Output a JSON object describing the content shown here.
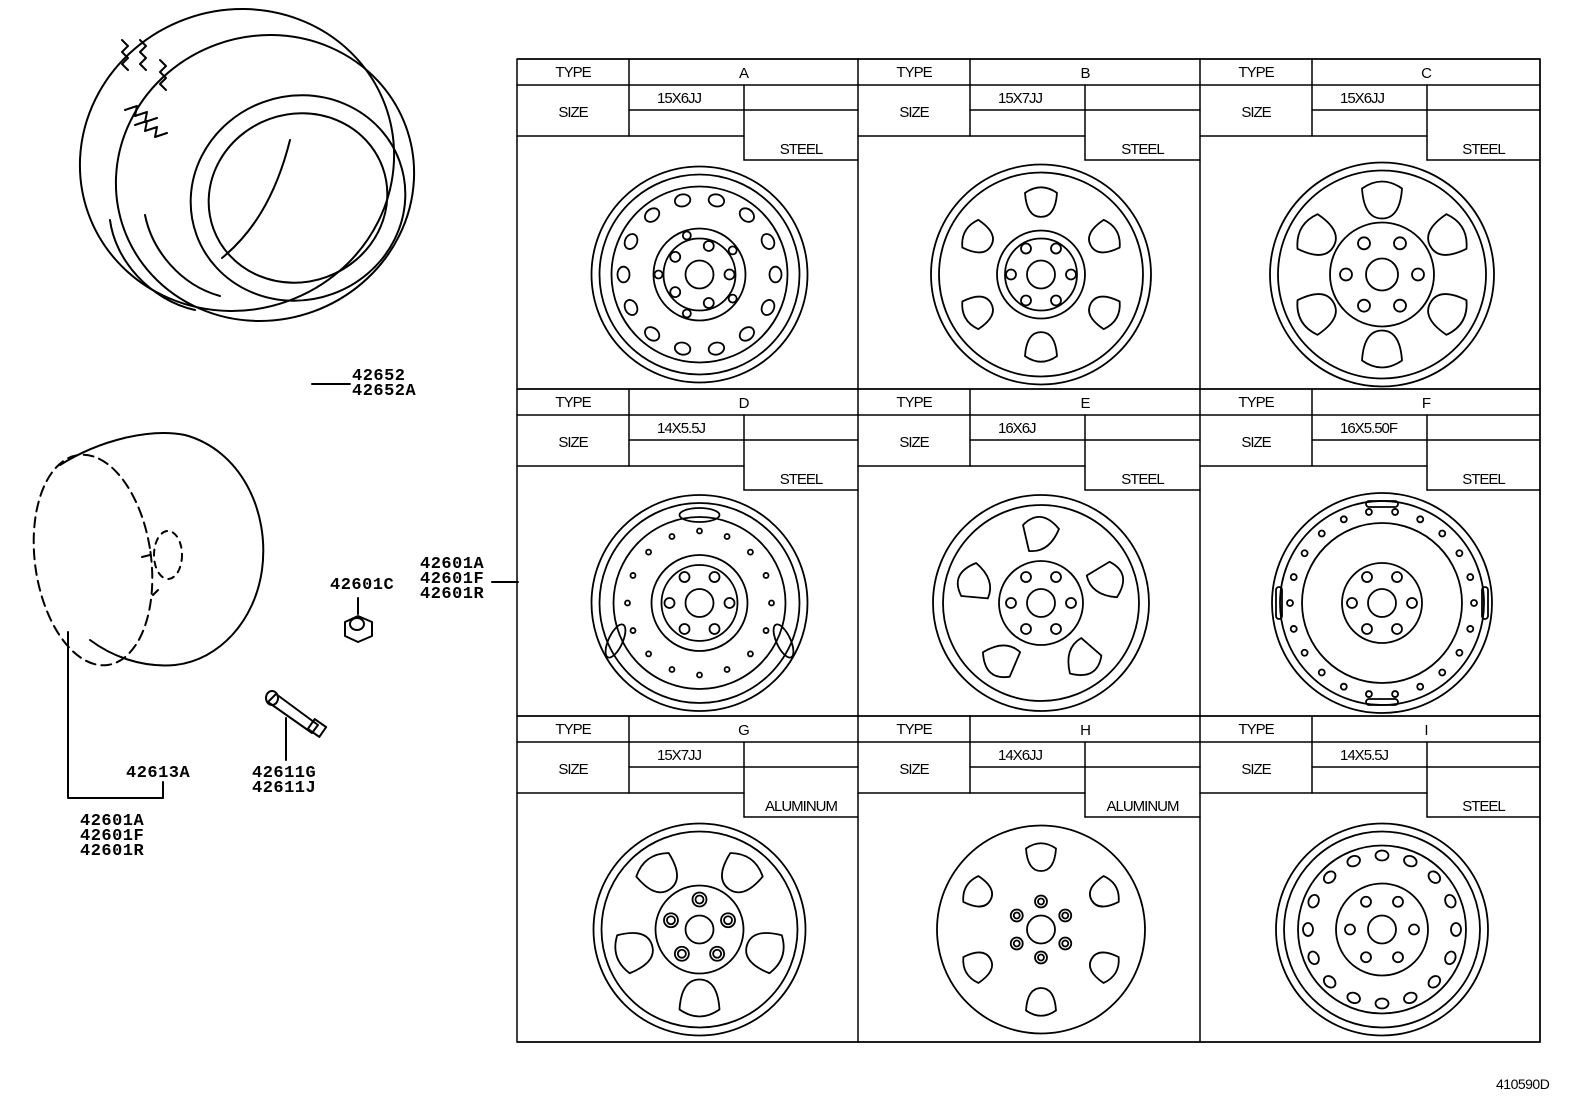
{
  "callouts": {
    "tire": [
      "42652",
      "42652A"
    ],
    "wheel_assembly": [
      "42601A",
      "42601F",
      "42601R"
    ],
    "cap": "42613A",
    "hub_nut": "42601C",
    "valve": [
      "42611G",
      "42611J"
    ],
    "disc_wheel": [
      "42601A",
      "42601F",
      "42601R"
    ]
  },
  "table_labels": {
    "type": "TYPE",
    "size": "SIZE"
  },
  "wheels": [
    {
      "type": "A",
      "size": "15X6JJ",
      "material": "STEEL",
      "icon": "steel-wheel-round-holes-icon"
    },
    {
      "type": "B",
      "size": "15X7JJ",
      "material": "STEEL",
      "icon": "steel-wheel-6-window-icon"
    },
    {
      "type": "C",
      "size": "15X6JJ",
      "material": "STEEL",
      "icon": "steel-wheel-6-spoke-icon"
    },
    {
      "type": "D",
      "size": "14X5.5J",
      "material": "STEEL",
      "icon": "steel-wheel-oval-slots-icon"
    },
    {
      "type": "E",
      "size": "16X6J",
      "material": "STEEL",
      "icon": "steel-wheel-swirl-icon"
    },
    {
      "type": "F",
      "size": "16X5.50F",
      "material": "STEEL",
      "icon": "steel-wheel-dual-ring-icon"
    },
    {
      "type": "G",
      "size": "15X7JJ",
      "material": "ALUMINUM",
      "icon": "aluminum-wheel-5-spoke-icon"
    },
    {
      "type": "H",
      "size": "14X6JJ",
      "material": "ALUMINUM",
      "icon": "aluminum-wheel-6-window-icon"
    },
    {
      "type": "I",
      "size": "14X5.5J",
      "material": "STEEL",
      "icon": "steel-wheel-bolt-circle-icon"
    }
  ],
  "figure_number": "410590D"
}
